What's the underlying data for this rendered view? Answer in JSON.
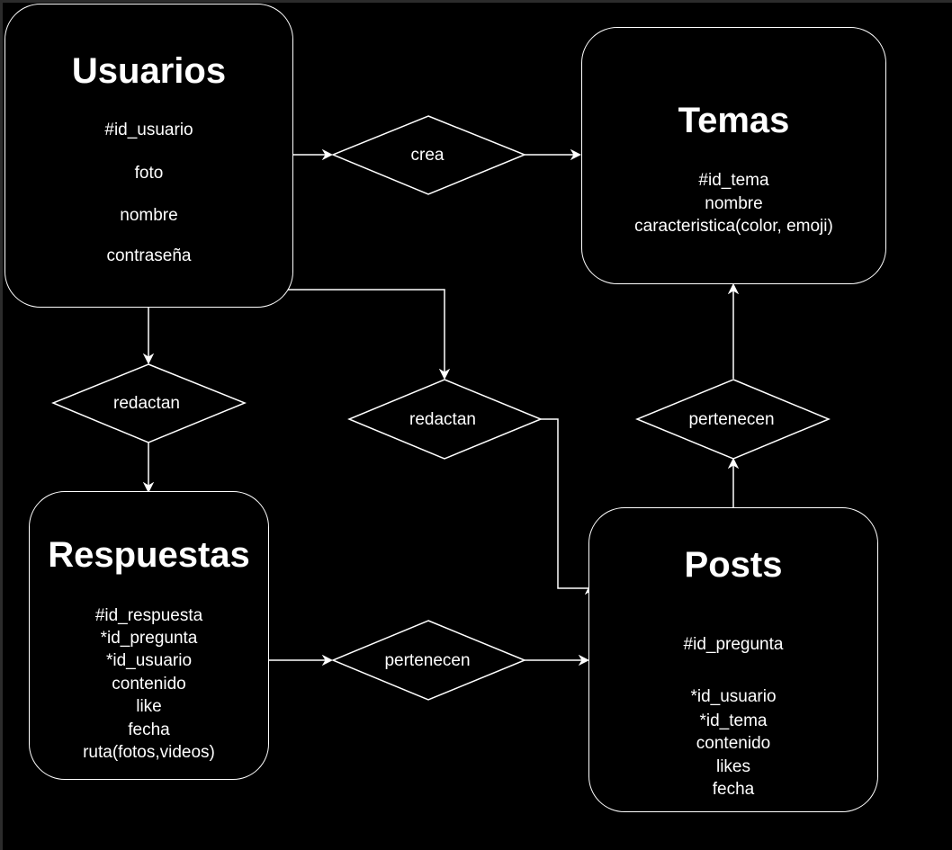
{
  "entities": {
    "usuarios": {
      "title": "Usuarios",
      "attributes": [
        "#id_usuario",
        "foto",
        "nombre",
        "contraseña"
      ]
    },
    "temas": {
      "title": "Temas",
      "attributes": [
        "#id_tema",
        "nombre",
        "caracteristica(color, emoji)"
      ]
    },
    "respuestas": {
      "title": "Respuestas",
      "attributes": [
        "#id_respuesta",
        "*id_pregunta",
        "*id_usuario",
        "contenido",
        "like",
        "fecha",
        "ruta(fotos,videos)"
      ]
    },
    "posts": {
      "title": "Posts",
      "attributes": [
        "#id_pregunta",
        "*id_usuario",
        "*id_tema",
        "contenido",
        "likes",
        "fecha"
      ]
    }
  },
  "relationships": {
    "crea": "crea",
    "redactan_respuestas": "redactan",
    "redactan_posts": "redactan",
    "pertenecen_temas": "pertenecen",
    "pertenecen_posts": "pertenecen"
  },
  "colors": {
    "canvas": "#000000",
    "stroke": "#ffffff",
    "frame": "#2b2b2b"
  }
}
